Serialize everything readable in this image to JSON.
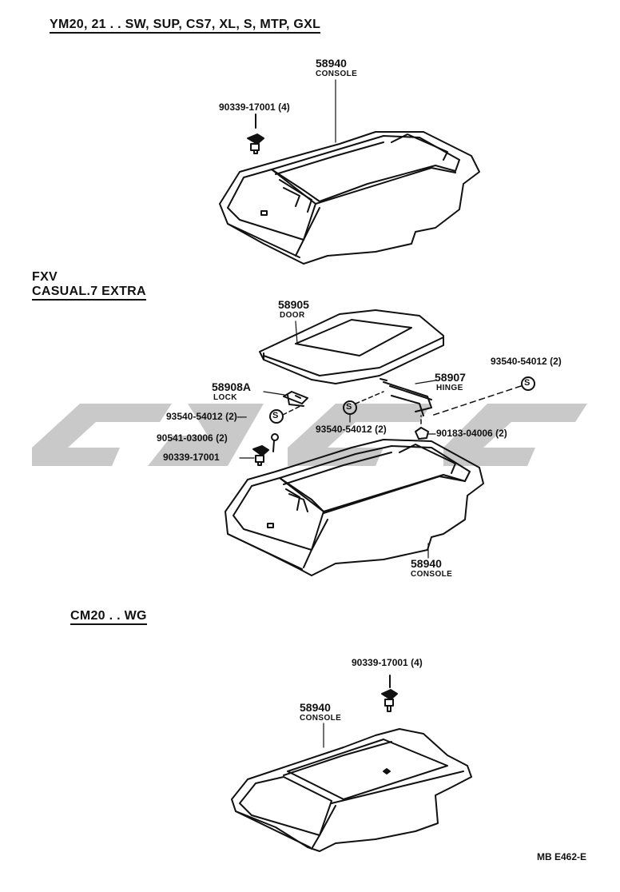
{
  "sections": {
    "top_header": "YM20, 21 . . SW, SUP, CS7, XL, S, MTP, GXL",
    "mid_header_line1": "FXV",
    "mid_header_line2": "CASUAL.7 EXTRA",
    "bottom_header": "CM20 . . WG"
  },
  "top": {
    "console_no": "58940",
    "console_name": "CONSOLE",
    "screw": "90339-17001 (4)"
  },
  "middle": {
    "door_no": "58905",
    "door_name": "DOOR",
    "lock_no": "58908A",
    "lock_name": "LOCK",
    "hinge_no": "58907",
    "hinge_name": "HINGE",
    "washer_right": "93540-54012 (2)",
    "washer_left": "93540-54012 (2)—",
    "washer_center": "93540-54012 (2)",
    "screw_small": "90541-03006 (2)",
    "screw_big": "90339-17001",
    "nut": "90183-04006 (2)",
    "console_no": "58940",
    "console_name": "CONSOLE",
    "washer_symbol": "S"
  },
  "bottom": {
    "console_no": "58940",
    "console_name": "CONSOLE",
    "screw": "90339-17001 (4)"
  },
  "footer_code": "MB  E462-E",
  "colors": {
    "ink": "#111111",
    "watermark": "#c9c9c9"
  }
}
